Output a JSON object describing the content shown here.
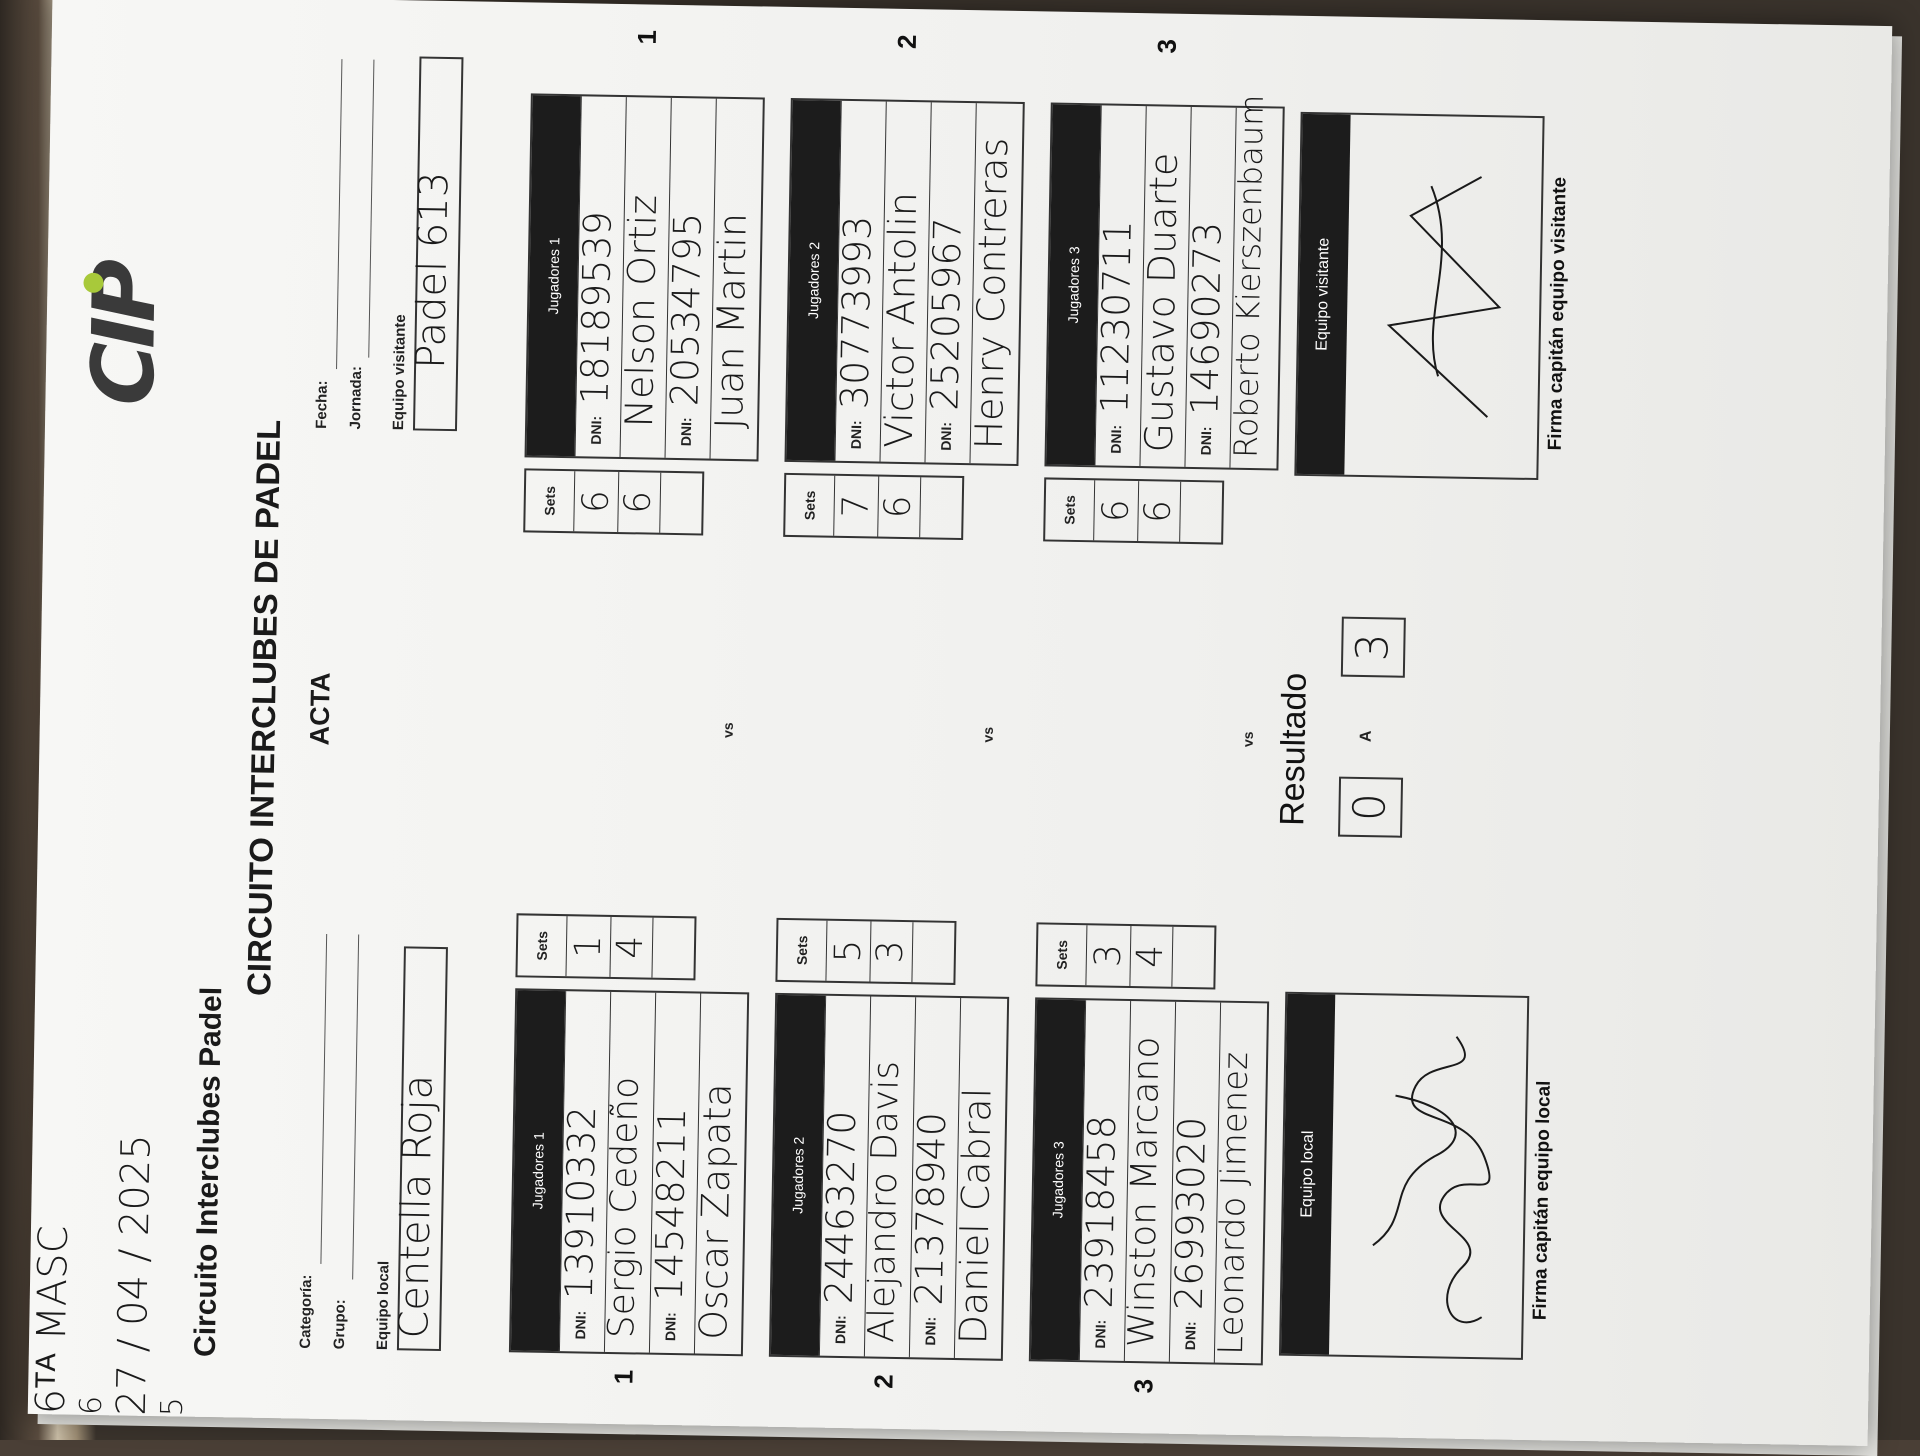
{
  "header": {
    "logo_text": "CIP",
    "club_title": "Circuito Interclubes Padel",
    "main_title": "CIRCUITO INTERCLUBES DE PADEL",
    "acta": "ACTA"
  },
  "meta": {
    "categoria_label": "Categoría:",
    "categoria_value": "6ᵀᴬ MASC",
    "grupo_label": "Grupo:",
    "grupo_value": "6",
    "fecha_label": "Fecha:",
    "fecha_value": "27 / 04 / 2025",
    "jornada_label": "Jornada:",
    "jornada_value": "5",
    "local_label": "Equipo local",
    "local_value": "Centella Roja",
    "visitante_label": "Equipo visitante",
    "visitante_value": "Padel 613"
  },
  "labels": {
    "dni": "DNI:",
    "sets": "Sets",
    "vs": "vs",
    "resultado": "Resultado",
    "a": "A",
    "equipo_local": "Equipo local",
    "equipo_visitante": "Equipo visitante",
    "firma_local": "Firma capitán equipo local",
    "firma_visitante": "Firma capitán equipo visitante"
  },
  "matches": [
    {
      "number": "1",
      "local": {
        "header": "Jugadores 1",
        "dni1": "13910332",
        "name1": "Sergio Cedeño",
        "dni2": "14548211",
        "name2": "Oscar Zapata",
        "sets": [
          "1",
          "4",
          ""
        ]
      },
      "visit": {
        "header": "Jugadores 1",
        "dni1": "18189539",
        "name1": "Nelson Ortiz",
        "dni2": "20534795",
        "name2": "Juan Martin",
        "sets": [
          "6",
          "6",
          ""
        ]
      }
    },
    {
      "number": "2",
      "local": {
        "header": "Jugadores 2",
        "dni1": "24463270",
        "name1": "Alejandro Davis",
        "dni2": "21378940",
        "name2": "Daniel Cabral",
        "sets": [
          "5",
          "3",
          ""
        ]
      },
      "visit": {
        "header": "Jugadores 2",
        "dni1": "30773993",
        "name1": "Victor Antolin",
        "dni2": "25205967",
        "name2": "Henry Contreras",
        "sets": [
          "7",
          "6",
          ""
        ]
      }
    },
    {
      "number": "3",
      "local": {
        "header": "Jugadores 3",
        "dni1": "23918458",
        "name1": "Winston Marcano",
        "dni2": "26993020",
        "name2": "Leonardo Jimenez",
        "sets": [
          "3",
          "4",
          ""
        ]
      },
      "visit": {
        "header": "Jugadores 3",
        "dni1": "11230711",
        "name1": "Gustavo Duarte",
        "dni2": "14690273",
        "name2": "Roberto Kierszenbaum",
        "sets": [
          "6",
          "6",
          ""
        ]
      }
    }
  ],
  "result": {
    "local": "0",
    "visit": "3"
  }
}
